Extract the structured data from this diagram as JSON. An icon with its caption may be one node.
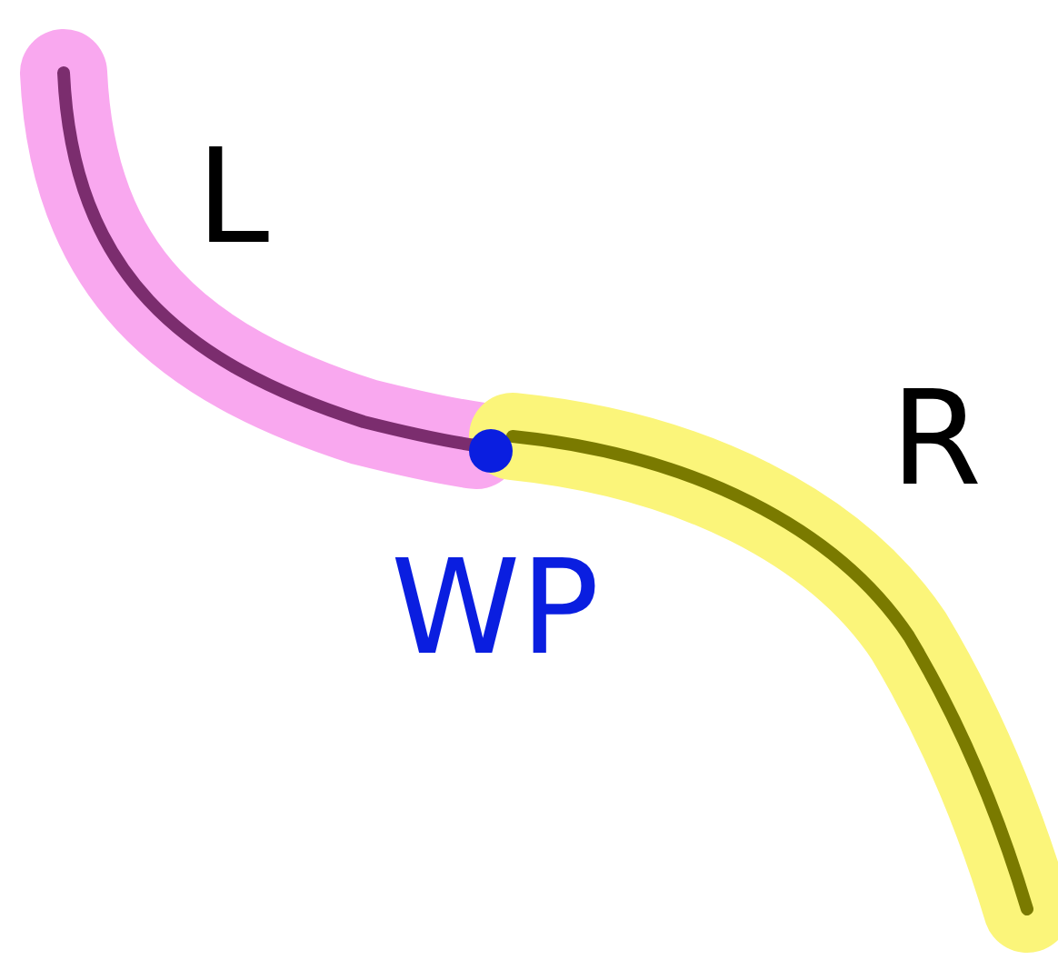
{
  "diagram": {
    "labels": [
      "L",
      "WP",
      "R"
    ]
  }
}
